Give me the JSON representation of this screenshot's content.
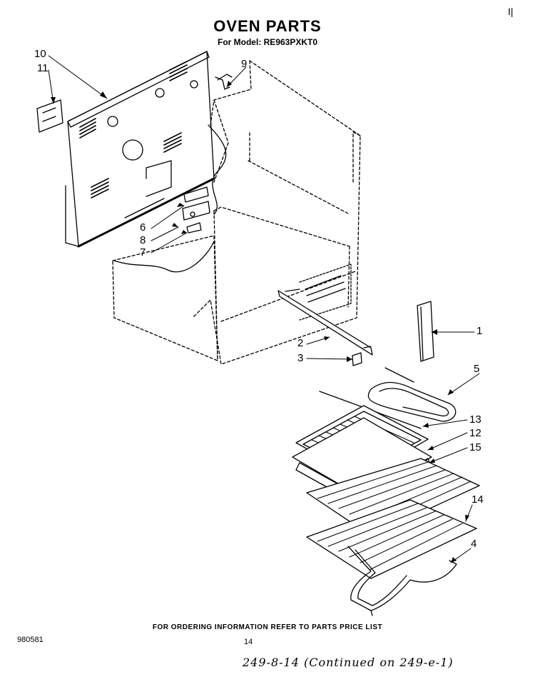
{
  "header": {
    "title": "OVEN PARTS",
    "model_line": "For Model: RE963PXKT0"
  },
  "callouts": [
    "10",
    "11",
    "9",
    "6",
    "8",
    "7",
    "1",
    "2",
    "3",
    "5",
    "13",
    "12",
    "15",
    "14",
    "4"
  ],
  "footer": {
    "ordering_note": "FOR ORDERING INFORMATION REFER TO PARTS PRICE LIST",
    "doc_number": "980581",
    "page_number": "14",
    "handwritten_note": "249-8-14   (Continued on 249-e-1)"
  },
  "corner_mark": "I|"
}
